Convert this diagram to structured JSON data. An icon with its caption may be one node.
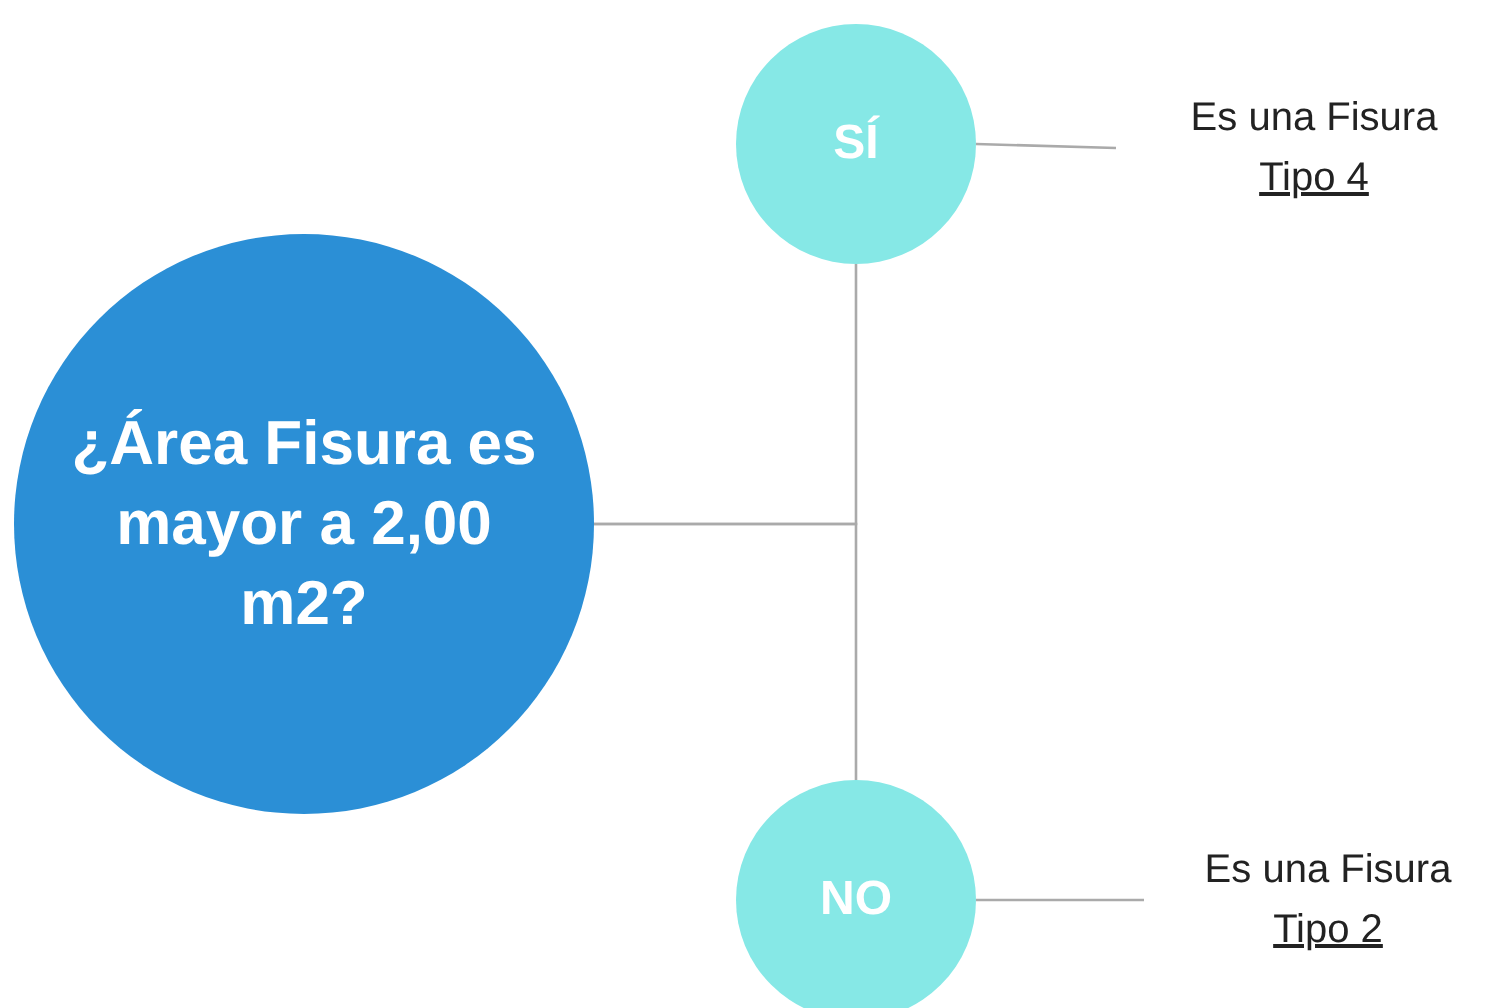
{
  "diagram": {
    "nodes": [
      {
        "text": [
          "¿Área Fisura es mayor a 2,00 m2?"
        ]
      },
      {
        "text": [
          "SÍ"
        ]
      },
      {
        "text": [
          "Es una Fisura",
          "Tipo 4"
        ]
      },
      {
        "text": [
          "NO"
        ]
      },
      {
        "text": [
          "Es una Fisura",
          "Tipo 2"
        ]
      }
    ],
    "edges": [
      {
        "from": 0,
        "to": 1,
        "arrow": "none"
      },
      {
        "from": 0,
        "to": 3,
        "arrow": "none"
      },
      {
        "from": 1,
        "to": 2,
        "arrow": "none"
      },
      {
        "from": 3,
        "to": 4,
        "arrow": "none"
      }
    ]
  }
}
